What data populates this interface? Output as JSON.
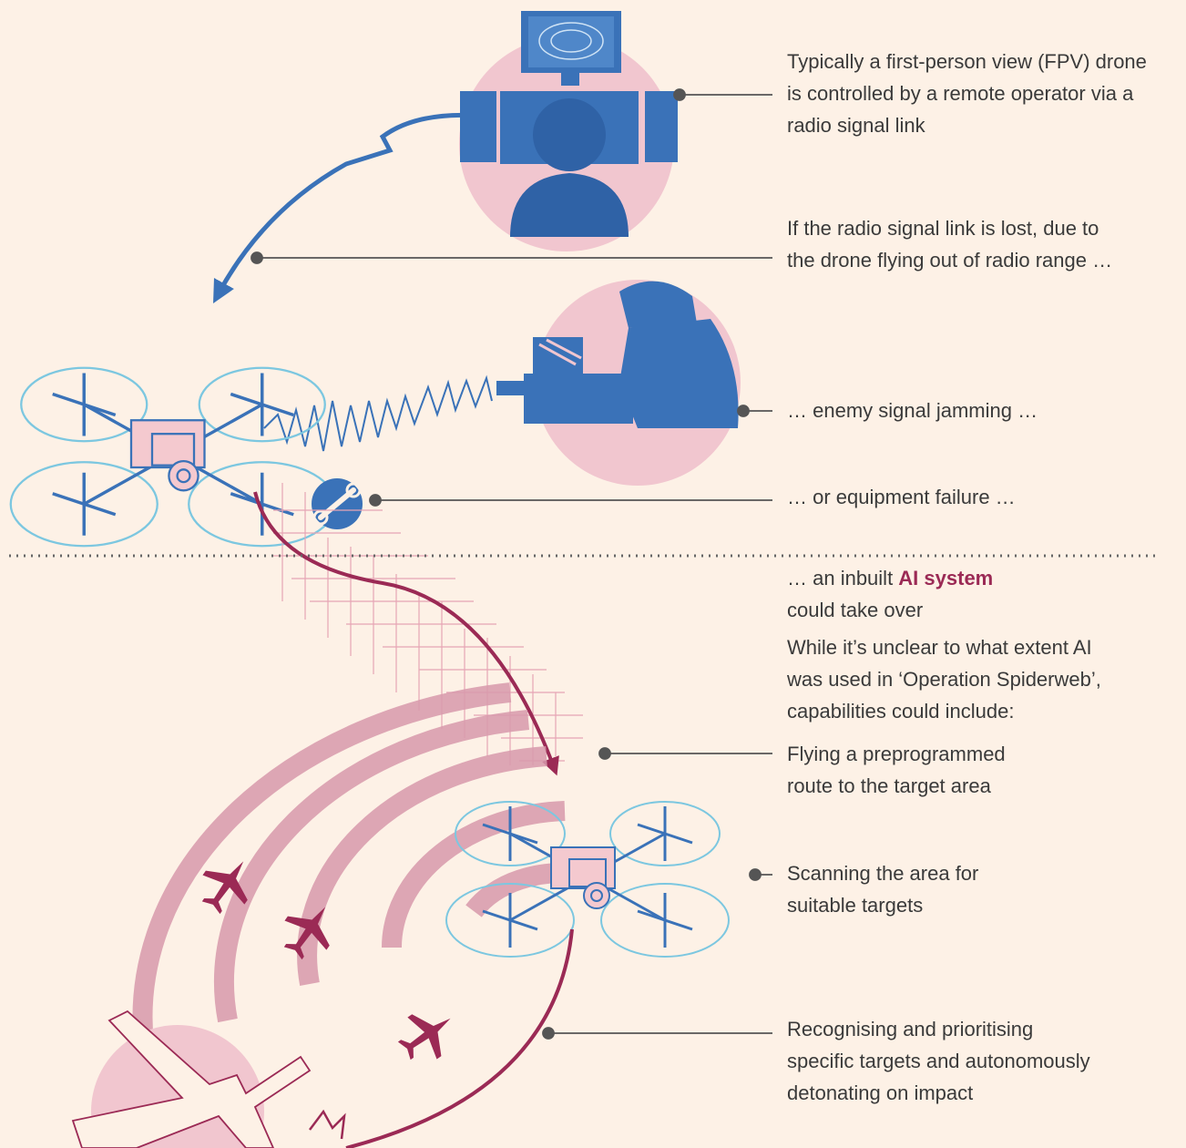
{
  "colors": {
    "background": "#fdf1e6",
    "accent_blue": "#3a72b8",
    "accent_claret": "#9b2a55",
    "circle_pink": "#f1c6cf",
    "text": "#3a3a3a",
    "leader": "#555555"
  },
  "annotations": {
    "operator": "Typically a first-person view (FPV) drone is controlled by a remote operator via a radio signal link",
    "signal_lost_line1": "If the radio signal link is lost, due to",
    "signal_lost_line2": "the drone flying out of radio range …",
    "jamming": "… enemy signal jamming …",
    "failure": "… or equipment failure …",
    "ai_prefix": "… an inbuilt ",
    "ai_highlight": "AI system",
    "ai_suffix": "could take over",
    "unclear_line1": "While it’s unclear to what extent AI",
    "unclear_line2": "was used in ‘Operation Spiderweb’,",
    "unclear_line3": "capabilities could include:",
    "route_line1": "Flying a preprogrammed",
    "route_line2": "route to the target area",
    "scan_line1": "Scanning the area for",
    "scan_line2": "suitable targets",
    "recog_line1": "Recognising and prioritising",
    "recog_line2": "specific targets and autonomously",
    "recog_line3": "detonating on impact"
  },
  "icons": {
    "operator": "drone-operator-icon",
    "jammer": "signal-jammer-soldier-icon",
    "failure": "wrench-icon",
    "drone": "fpv-drone-icon",
    "aircraft": "aircraft-icon",
    "radar": "radar-scan-icon"
  }
}
